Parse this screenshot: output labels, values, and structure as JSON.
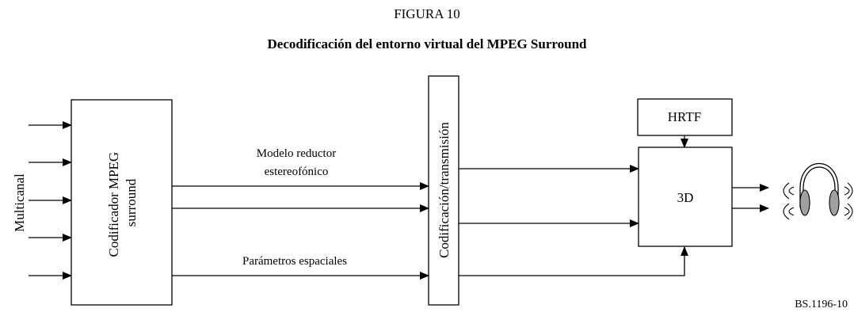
{
  "figure": {
    "number": "FIGURA 10",
    "title": "Decodificación del entorno virtual del MPEG Surround",
    "reference": "BS.1196-10"
  },
  "nodes": {
    "multichannel_input": "Multicanal",
    "encoder_line1": "Codificador MPEG",
    "encoder_line2": "surround",
    "coding_transmission": "Codificación/transmisión",
    "hrtf": "HRTF",
    "processor_3d": "3D"
  },
  "edges": {
    "downmix_line1": "Modelo reductor",
    "downmix_line2": "estereofónico",
    "spatial_params": "Parámetros espaciales"
  }
}
